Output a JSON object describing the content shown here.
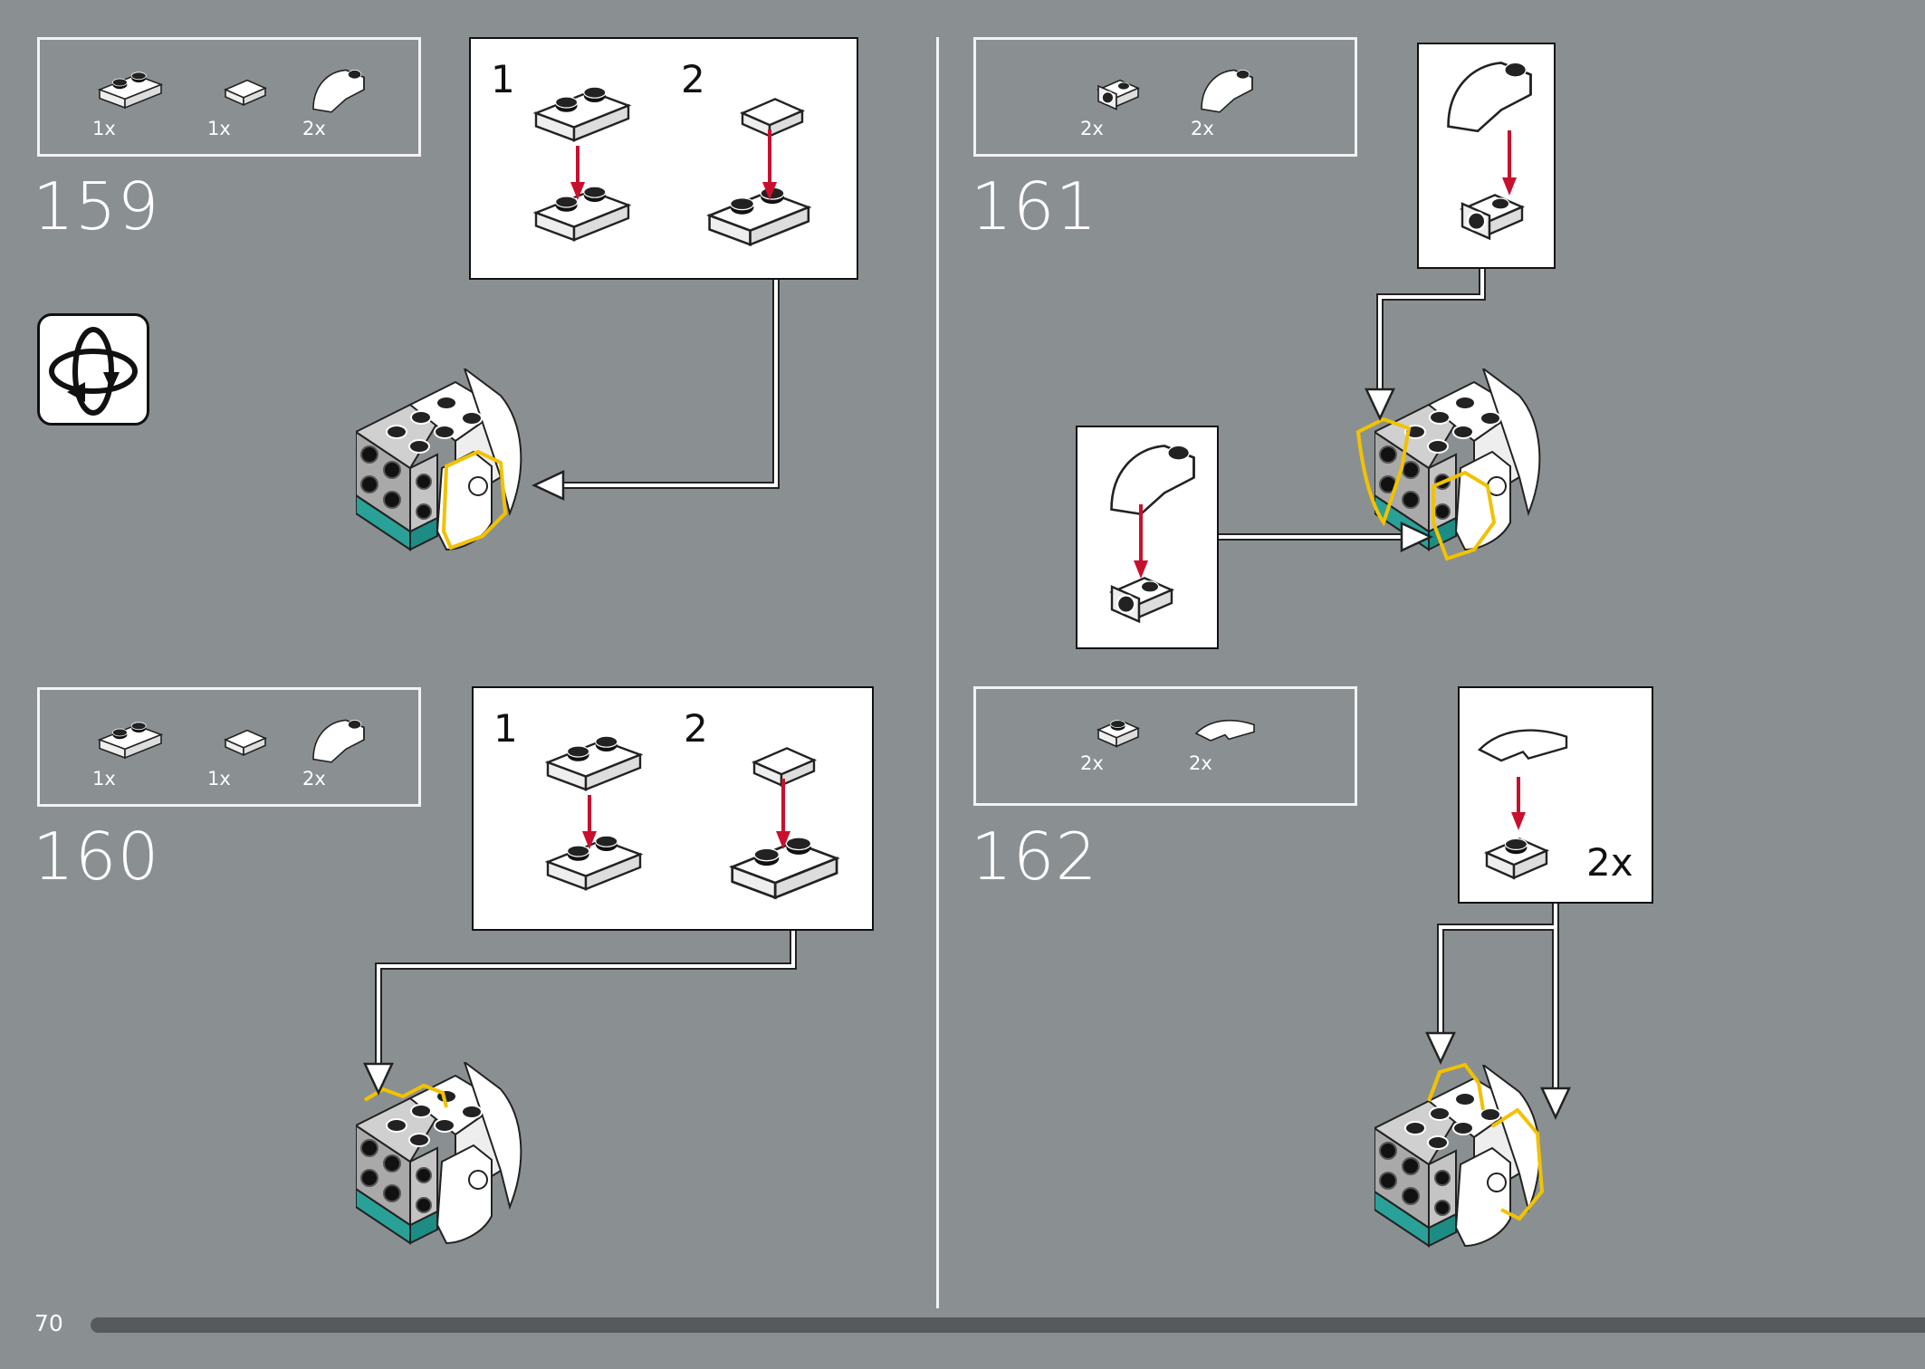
{
  "page_number": "70",
  "progress_fraction": 1.0,
  "colors": {
    "background": "#8a9092",
    "highlight": "#f2c200",
    "arrow_red": "#c8102e",
    "teal": "#2aa198",
    "progress": "#575a5c"
  },
  "steps": [
    {
      "number": "159",
      "parts": [
        {
          "qty": "1x",
          "icon": "plate-1x2-icon"
        },
        {
          "qty": "1x",
          "icon": "tile-1x1-icon"
        },
        {
          "qty": "2x",
          "icon": "curved-slope-icon"
        }
      ],
      "substeps": [
        {
          "label": "1"
        },
        {
          "label": "2"
        }
      ],
      "rotate_icon": "rotate-model-icon"
    },
    {
      "number": "160",
      "parts": [
        {
          "qty": "1x",
          "icon": "plate-1x2-icon"
        },
        {
          "qty": "1x",
          "icon": "tile-1x1-icon"
        },
        {
          "qty": "2x",
          "icon": "curved-slope-icon"
        }
      ],
      "substeps": [
        {
          "label": "1"
        },
        {
          "label": "2"
        }
      ]
    },
    {
      "number": "161",
      "parts": [
        {
          "qty": "2x",
          "icon": "bracket-plate-icon"
        },
        {
          "qty": "2x",
          "icon": "curved-slope-icon"
        }
      ]
    },
    {
      "number": "162",
      "parts": [
        {
          "qty": "2x",
          "icon": "plate-1x1-icon"
        },
        {
          "qty": "2x",
          "icon": "curved-slope-1x2-icon"
        }
      ],
      "substep_multiplier": "2x"
    }
  ]
}
